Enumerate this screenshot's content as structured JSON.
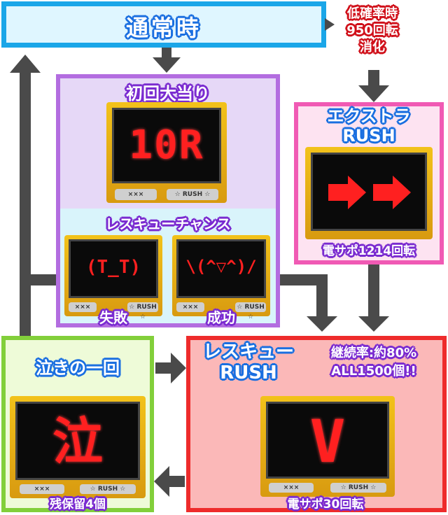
{
  "nodes": {
    "normal": "通常時",
    "low_prob_line1": "低確率時",
    "low_prob_line2": "950回転",
    "low_prob_line3": "消化",
    "first_hit": "初回大当り",
    "rescue_chance": "レスキューチャンス",
    "fail": "失敗",
    "success": "成功",
    "extra_line1": "エクストラ",
    "extra_line2": "RUSH",
    "extra_spins": "電サポ1214回転",
    "rescue_rush_line1": "レスキュー",
    "rescue_rush_line2": "RUSH",
    "continue_rate": "継続率:約80%",
    "all_payout": "ALL1500個!!",
    "rescue_spins": "電サポ30回転",
    "last_chance": "泣きの一回",
    "reserve": "残保留4個"
  },
  "screens": {
    "first_hit_display": "10R",
    "fail_face": "(T_T)",
    "success_face": "\\(^▽^)/",
    "last_chance_char": "泣",
    "rush_char": "V"
  },
  "buttons": {
    "xxx": "×××",
    "rush": "☆ RUSH ☆"
  },
  "colors": {
    "normal_bg": "#dff6ff",
    "first_hit_bg": "#e6d8f7",
    "rescue_chance_bg": "#d9f4fb",
    "extra_bg": "#fde3f1",
    "rescue_rush_bg": "#fbb8b8",
    "last_chance_bg": "#eefbd8",
    "led_red": "#ff2020"
  }
}
